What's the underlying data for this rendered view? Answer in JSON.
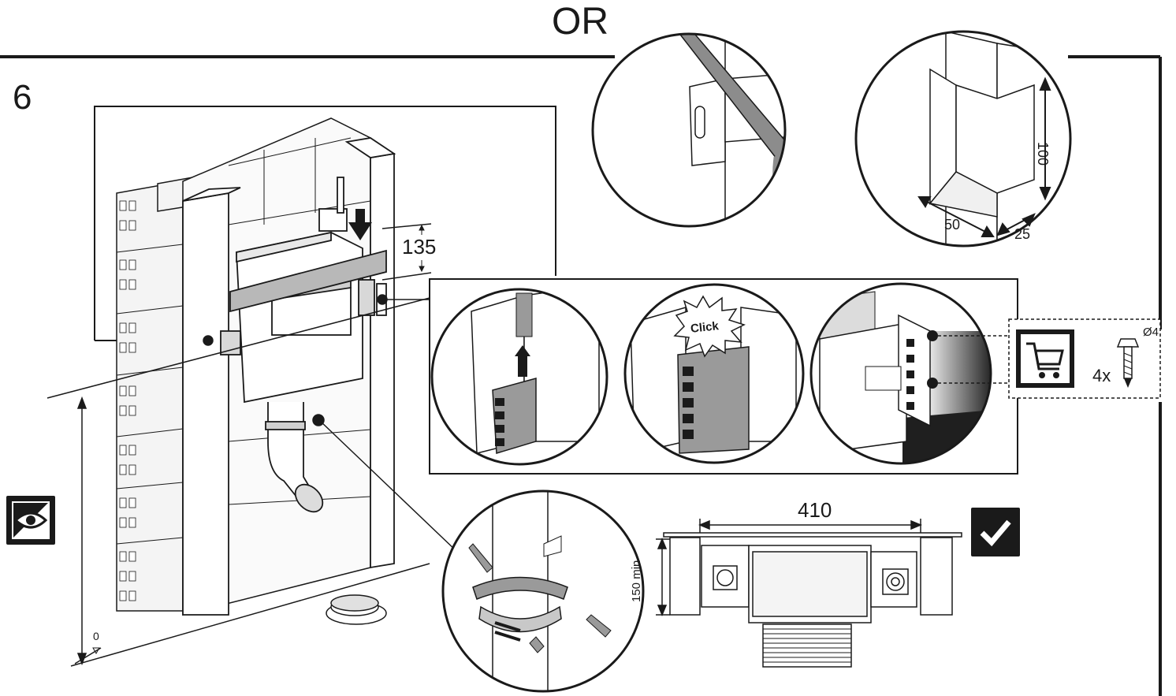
{
  "or_label": "OR",
  "step_number": "6",
  "dimensions": {
    "frame_offset": "135",
    "width": "410",
    "min_depth": "150 min",
    "notch_height": "100",
    "notch_width": "50",
    "notch_depth": "25",
    "floor_level": "0"
  },
  "click_text": "Click",
  "screws": {
    "count": "4x",
    "diameter": "Ø4"
  },
  "icons": [
    "eye-icon",
    "check-icon",
    "shopping-cart-icon",
    "screw-icon",
    "saw-icon",
    "arrow-up-icon",
    "arrow-down-icon"
  ],
  "colors": {
    "line": "#1a1a1a",
    "brick_fill": "#f2f2f2",
    "bracket_grey": "#9a9a9a",
    "saw_grey": "#8c8c8c",
    "icon_dark": "#1a1a1a"
  }
}
